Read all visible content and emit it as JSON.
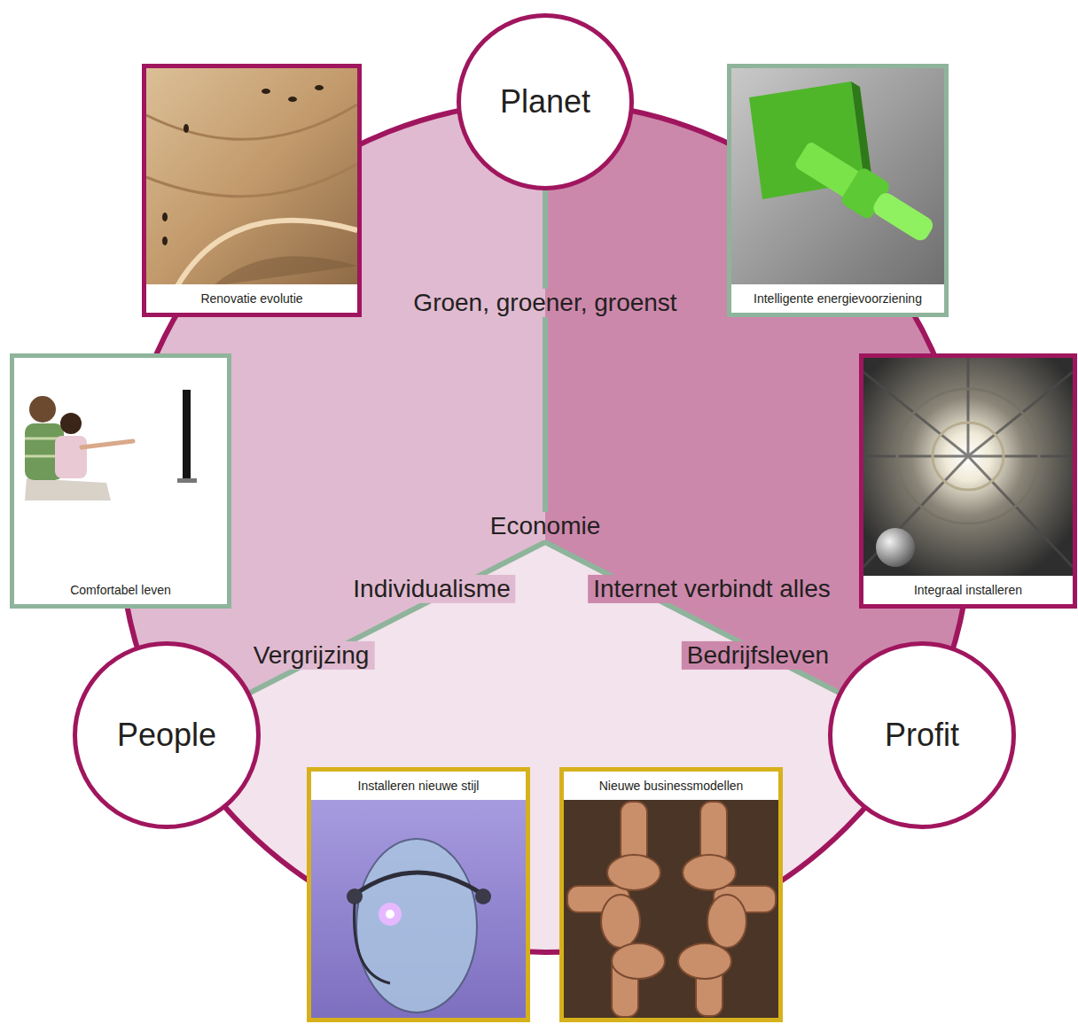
{
  "diagram": {
    "nodes": [
      {
        "text": [
          "Planet"
        ]
      },
      {
        "text": [
          "Renovatie evolutie"
        ]
      },
      {
        "text": [
          "Intelligente energievoorziening"
        ]
      },
      {
        "text": [
          "Comfortabel leven"
        ]
      },
      {
        "text": [
          "Integraal installeren"
        ]
      },
      {
        "text": [
          "People"
        ]
      },
      {
        "text": [
          "Profit"
        ]
      },
      {
        "text": [
          "Installeren nieuwe stijl"
        ]
      },
      {
        "text": [
          "Nieuwe businessmodellen"
        ]
      }
    ],
    "labels": [
      "Groen, groener, groenst",
      "Economie",
      "Individualisme",
      "Internet verbindt alles",
      "Vergrijzing",
      "Bedrijfsleven"
    ]
  }
}
